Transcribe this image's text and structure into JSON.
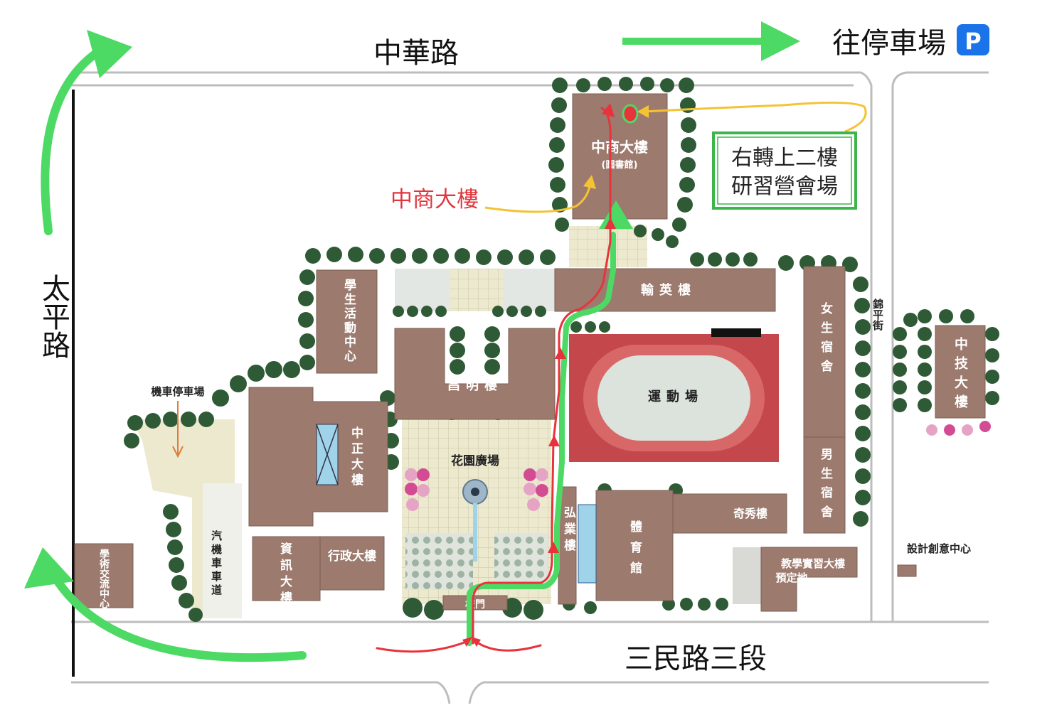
{
  "roads": {
    "north": "中華路",
    "west": "太平路",
    "south": "三民路三段",
    "east": "錦平街"
  },
  "parking": {
    "label": "往停車場",
    "icon_text": "P",
    "icon": "parking-icon",
    "icon_color": "#1a73e8"
  },
  "callouts": {
    "destination_name": "中商大樓",
    "instruction_line1": "右轉上二樓",
    "instruction_line2": "研習營會場"
  },
  "buildings": {
    "zhongshang_line1": "中商大樓",
    "zhongshang_line2": "(圖書館)",
    "hanying": "輸英樓",
    "student_activity": "學生活動中心",
    "changming": "昌明樓",
    "stadium": "運動場",
    "women_dorm": "女生宿舍",
    "men_dorm": "男生宿舍",
    "zhongji": "中技大樓",
    "zhongzheng": "中正大樓",
    "garden_plaza": "花園廣場",
    "hongye": "弘業樓",
    "gym": "體育館",
    "qixiu": "奇秀樓",
    "teaching_practice": "教學實習大樓",
    "planned_site": "預定地",
    "info_building": "資訊大樓",
    "admin_building": "行政大樓",
    "academic_exchange": "學術交流中心",
    "design_center": "設計創意中心",
    "scooter_parking": "機車停車場",
    "vehicle_lane": "汽機車車道",
    "gate": "校門"
  },
  "colors": {
    "route_green": "#4cd964",
    "route_red": "#e8323c",
    "callout_yellow": "#f5c233",
    "building": "#9c7b6e",
    "callout_red_text": "#e0363d",
    "box_border": "#3cb54a",
    "track": "#c4474c",
    "tree": "#2f5a36"
  }
}
